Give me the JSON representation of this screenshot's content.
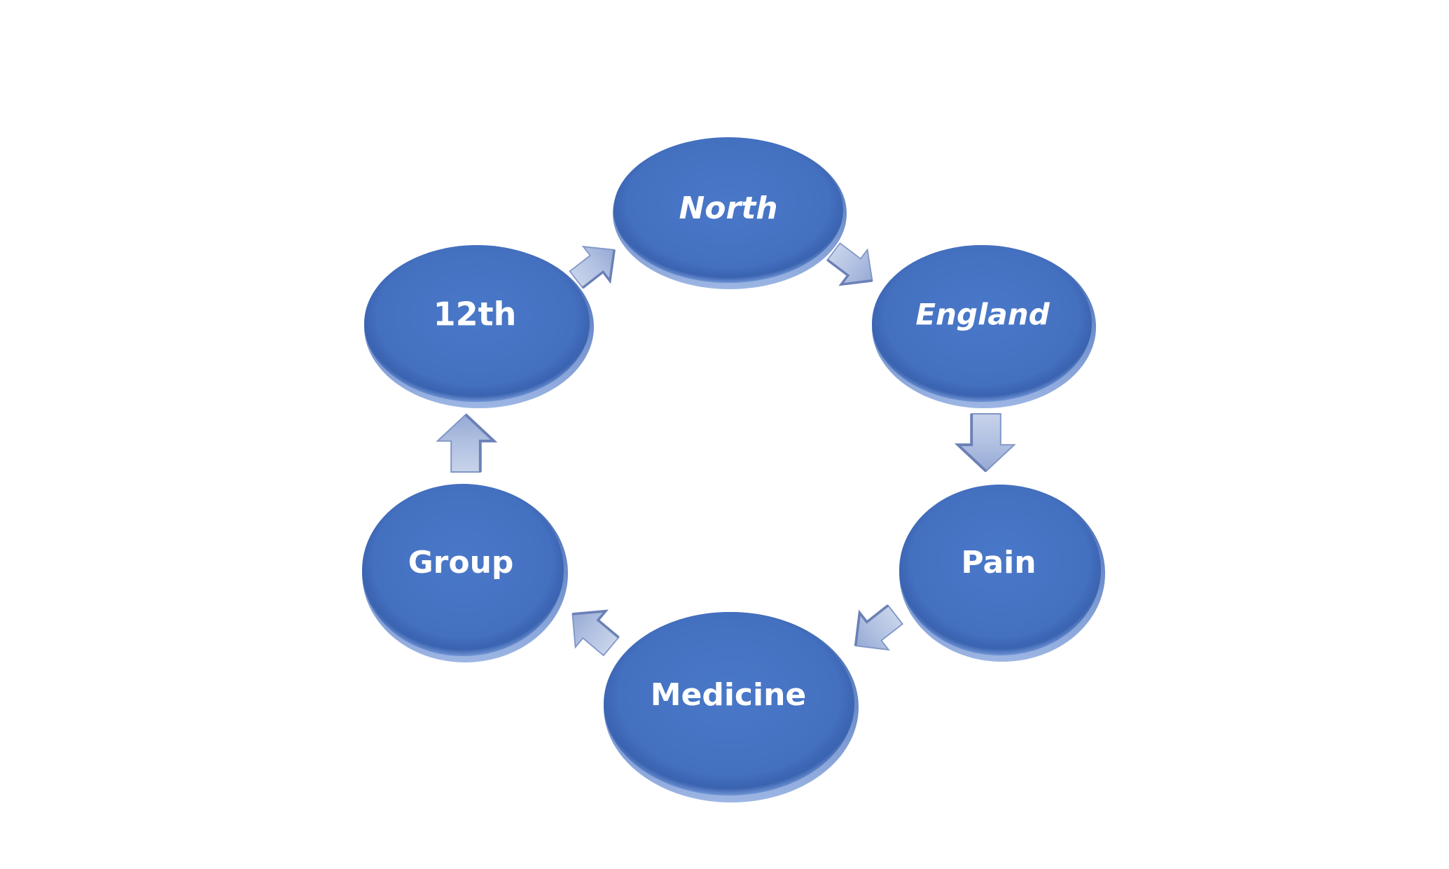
{
  "diagram": {
    "type": "cycle",
    "colors": {
      "node_fill": "#4472C4",
      "node_dark": "#2F5597",
      "node_light": "#8FAADC",
      "arrow_fill": "#B4C3E1",
      "label_color": "#FFFFFF"
    },
    "nodes": [
      {
        "id": "north",
        "label": "North",
        "italic": true
      },
      {
        "id": "england",
        "label": "England",
        "italic": true
      },
      {
        "id": "pain",
        "label": "Pain",
        "italic": false
      },
      {
        "id": "medicine",
        "label": "Medicine",
        "italic": false
      },
      {
        "id": "group",
        "label": "Group",
        "italic": false
      },
      {
        "id": "12th",
        "label": "12th",
        "italic": false
      }
    ],
    "edges": [
      {
        "from": "north",
        "to": "england"
      },
      {
        "from": "england",
        "to": "pain"
      },
      {
        "from": "pain",
        "to": "medicine"
      },
      {
        "from": "medicine",
        "to": "group"
      },
      {
        "from": "group",
        "to": "12th"
      },
      {
        "from": "12th",
        "to": "north"
      }
    ]
  }
}
